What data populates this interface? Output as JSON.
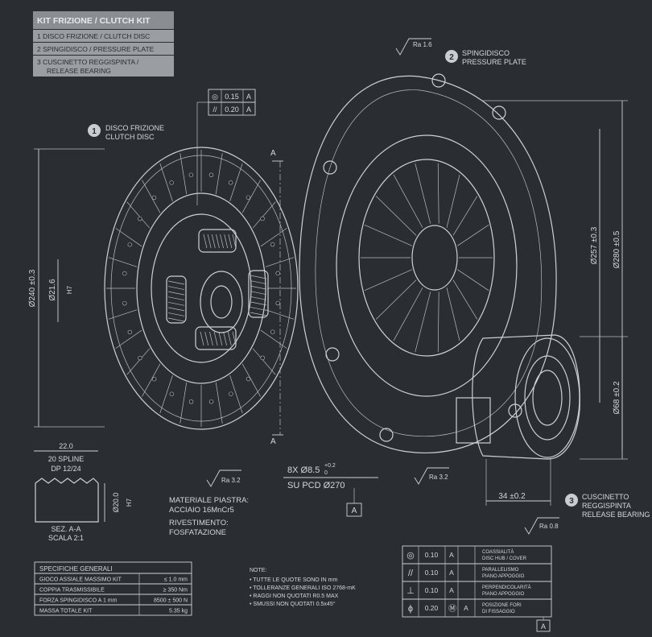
{
  "kit": {
    "header": "KIT FRIZIONE / CLUTCH KIT",
    "items": [
      {
        "label": "1  DISCO FRIZIONE / CLUTCH DISC"
      },
      {
        "label": "2  SPINGIDISCO / PRESSURE PLATE"
      },
      {
        "label1": "3  CUSCINETTO REGGISPINTA /",
        "label2": "RELEASE BEARING"
      }
    ]
  },
  "callouts": {
    "disc": {
      "num": "1",
      "l1": "DISCO FRIZIONE",
      "l2": "CLUTCH DISC"
    },
    "plate": {
      "num": "2",
      "l1": "SPINGIDISCO",
      "l2": "PRESSURE PLATE"
    },
    "bearing": {
      "num": "3",
      "l1": "CUSCINETTO",
      "l2": "REGGISPINTA",
      "l3": "RELEASE BEARING"
    }
  },
  "dims": {
    "d240": "Ø240 ±0.3",
    "d21": "Ø21.6",
    "h7": "H7",
    "d257": "Ø257 ±0.3",
    "d280": "Ø280 ±0.5",
    "d68": "Ø68 ±0.2",
    "d34": "34 ±0.2",
    "holes": "8X Ø8.5",
    "holes_tol_up": "+0.2",
    "holes_tol_dn": "0",
    "pcd": "SU PCD Ø270",
    "datum": "A",
    "sectionA": "A",
    "ra16": "Ra 1.6",
    "ra32a": "Ra 3.2",
    "ra32b": "Ra 3.2",
    "ra08": "Ra 0.8"
  },
  "fcf_top": [
    {
      "sym": "◎",
      "val": "0.15",
      "ref": "A"
    },
    {
      "sym": "//",
      "val": "0.20",
      "ref": "A"
    }
  ],
  "section": {
    "width": "22.0",
    "splines": "20 SPLINE",
    "dp": "DP 12/24",
    "dia": "Ø20.0",
    "h7": "H7",
    "name": "SEZ. A-A",
    "scale": "SCALA 2:1"
  },
  "material": {
    "l1": "MATERIALE PIASTRA:",
    "l2": "ACCIAIO 16MnCr5",
    "l3": "RIVESTIMENTO:",
    "l4": "FOSFATAZIONE"
  },
  "specs": {
    "title": "SPECIFICHE GENERALI",
    "rows": [
      {
        "k": "GIOCO ASSIALE MASSIMO KIT",
        "v": "≤ 1.0 mm"
      },
      {
        "k": "COPPIA TRASMISSIBILE",
        "v": "≥ 350 Nm"
      },
      {
        "k": "FORZA SPINGIDISCO A 1 mm",
        "v": "8500 ± 500 N"
      },
      {
        "k": "MASSA TOTALE KIT",
        "v": "5.35 kg"
      }
    ]
  },
  "notes": {
    "title": "NOTE:",
    "lines": [
      "• TUTTE LE QUOTE SONO IN mm",
      "• TOLLERANZE GENERALI ISO 2768-mK",
      "• RAGGI NON QUOTATI R0.5 MAX",
      "• SMUSSI NON QUOTATI 0.5x45°"
    ]
  },
  "gdt": [
    {
      "sym": "◎",
      "val": "0.10",
      "mod": "",
      "ref": "A",
      "d1": "COASSIALITÀ",
      "d2": "DISC HUB / COVER"
    },
    {
      "sym": "//",
      "val": "0.10",
      "mod": "",
      "ref": "A",
      "d1": "PARALLELISMO",
      "d2": "PIANO APPOGGIO"
    },
    {
      "sym": "⊥",
      "val": "0.10",
      "mod": "",
      "ref": "A",
      "d1": "PERPENDICOLARITÀ",
      "d2": "PIANO APPOGGIO"
    },
    {
      "sym": "ϕ",
      "val": "0.20",
      "mod": "Ⓜ",
      "ref": "A",
      "d1": "POSIZIONE FORI",
      "d2": "DI FISSAGGIO"
    }
  ],
  "gdt_datum": "A"
}
